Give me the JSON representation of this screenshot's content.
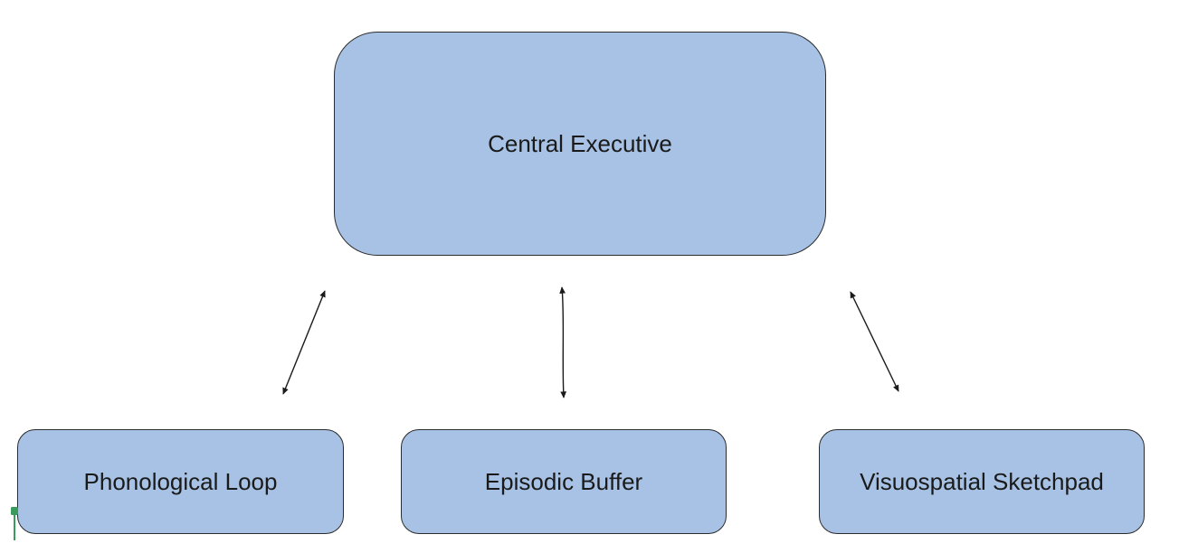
{
  "diagram": {
    "central": {
      "label": "Central Executive"
    },
    "components": [
      {
        "label": "Phonological Loop"
      },
      {
        "label": "Episodic Buffer"
      },
      {
        "label": "Visuospatial Sketchpad"
      }
    ]
  },
  "colors": {
    "box_fill": "#a7c2e4",
    "box_border": "#2b2b2b",
    "arrow": "#1a1a1a",
    "cursor": "#3a9b5c"
  }
}
